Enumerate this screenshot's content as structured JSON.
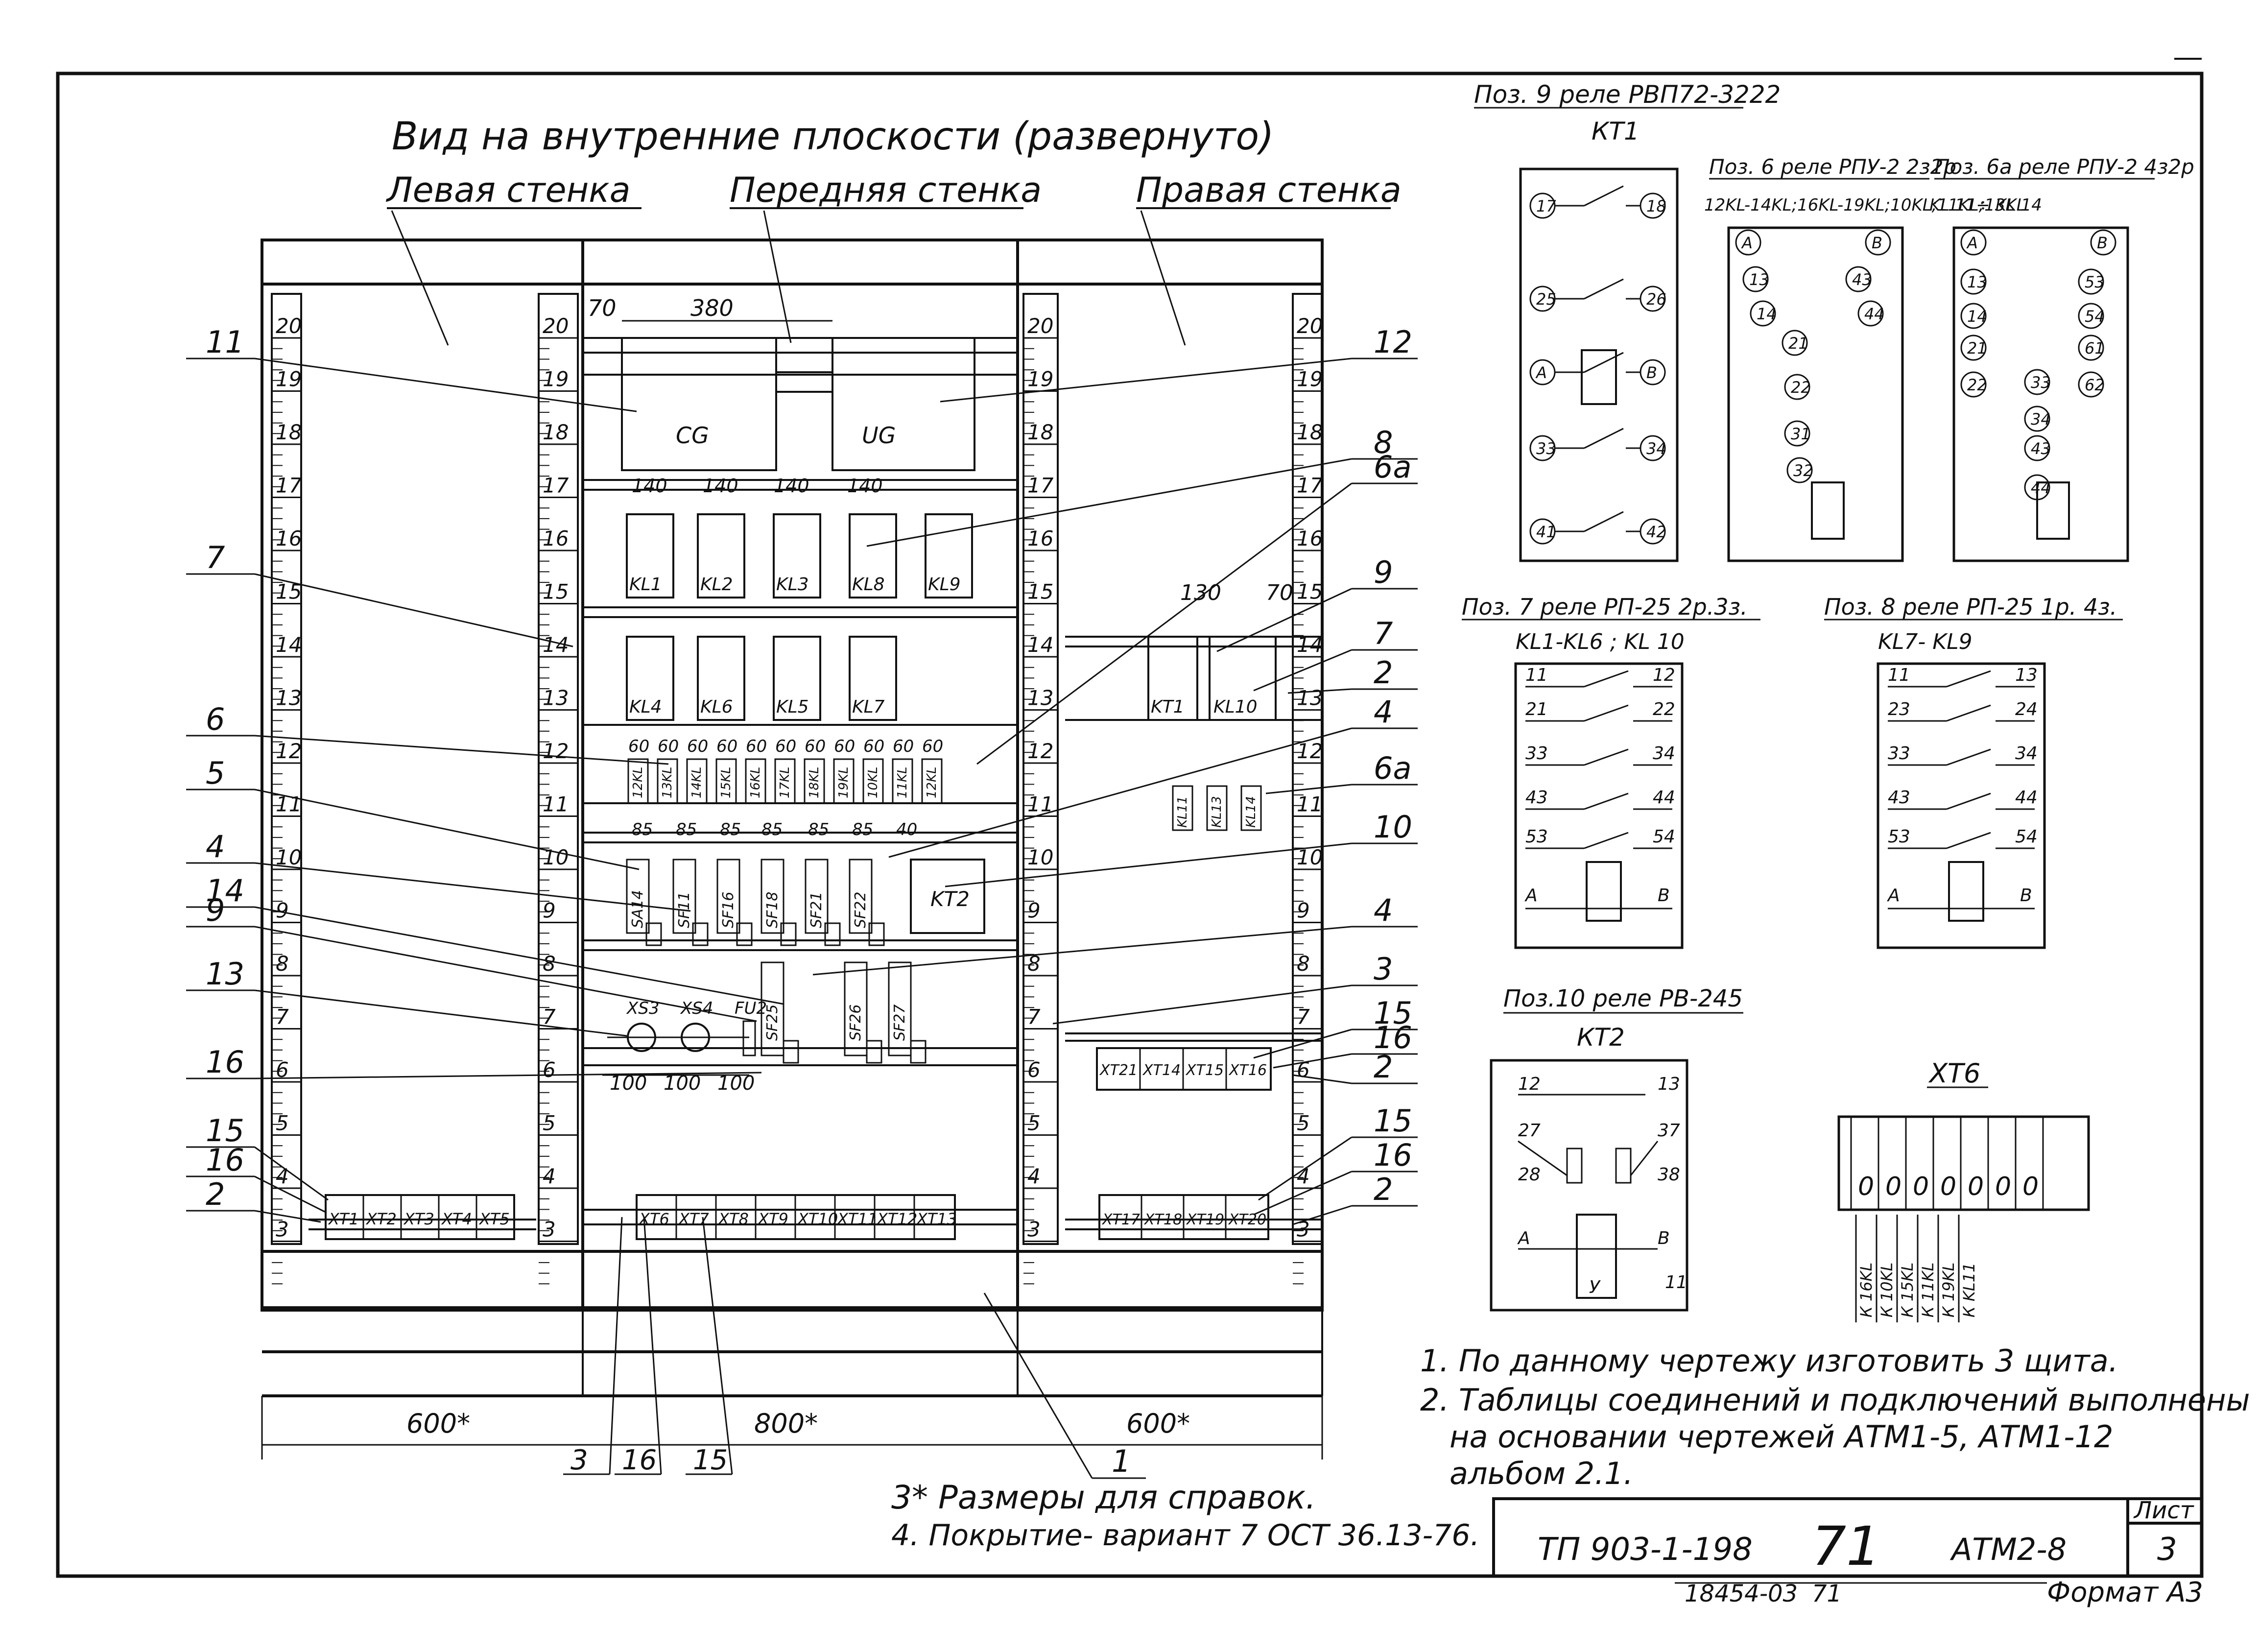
{
  "title": "Вид на внутренние плоскости (развернуто)",
  "walls": {
    "left": "Левая стенка",
    "front": "Передняя стенка",
    "right": "Правая стенка"
  },
  "scale_left": [
    "20",
    "19",
    "18",
    "17",
    "16",
    "15",
    "14",
    "13",
    "12",
    "11",
    "10",
    "9",
    "8",
    "7",
    "6",
    "5",
    "4",
    "3"
  ],
  "scale_mid_l": [
    "20",
    "19",
    "18",
    "17",
    "16",
    "15",
    "14",
    "13",
    "12",
    "11",
    "10",
    "9",
    "8",
    "7",
    "6",
    "5",
    "4",
    "3"
  ],
  "scale_mid_r": [
    "20",
    "19",
    "18",
    "17",
    "16",
    "15",
    "14",
    "13",
    "12",
    "11",
    "10",
    "9",
    "8",
    "7",
    "6",
    "5",
    "4",
    "3"
  ],
  "scale_right": [
    "20",
    "19",
    "18",
    "17",
    "16",
    "15",
    "14",
    "13",
    "12",
    "11",
    "10",
    "9",
    "8",
    "7",
    "6",
    "5",
    "4",
    "3"
  ],
  "front": {
    "dim_top": [
      "70",
      "380"
    ],
    "box_labels": [
      "CG",
      "UG"
    ],
    "dims_relays1": [
      "140",
      "140",
      "140",
      "140"
    ],
    "relays_row1": [
      "KL1",
      "KL2",
      "KL3",
      "KL8",
      "KL9"
    ],
    "relays_row2": [
      "KL4",
      "KL6",
      "KL5",
      "KL7"
    ],
    "dims_row3": [
      "60",
      "60",
      "60",
      "60",
      "60",
      "60",
      "60",
      "60",
      "60",
      "60",
      "60"
    ],
    "relays_row3": [
      "12KL",
      "13KL",
      "14KL",
      "15KL",
      "16KL",
      "17KL",
      "18KL",
      "19KL",
      "10KL",
      "11KL",
      "12KL"
    ],
    "dims_row4": [
      "85",
      "85",
      "85",
      "85",
      "85",
      "85",
      "40"
    ],
    "breakers_row4": [
      "SA14",
      "SF11",
      "SF16",
      "SF18",
      "SF21",
      "SF22"
    ],
    "kt2": "KT2",
    "breakers_row5": [
      "SF25",
      "SF26",
      "SF27"
    ],
    "sockets": [
      "XS3",
      "XS4",
      "FU2"
    ],
    "dims_sockets": [
      "100",
      "100",
      "100"
    ],
    "terminals": [
      "XT6",
      "XT7",
      "XT8",
      "XT9",
      "XT10",
      "XT11",
      "XT12",
      "XT13"
    ]
  },
  "left_terminals": [
    "XT1",
    "XT2",
    "XT3",
    "XT4",
    "XT5"
  ],
  "right": {
    "dims": [
      "130",
      "70"
    ],
    "relays": [
      "KT1",
      "KL10"
    ],
    "small_relays": [
      "KL11",
      "KL13",
      "KL14"
    ],
    "terminals_mid": [
      "XT21",
      "XT14",
      "XT15",
      "XT16"
    ],
    "terminals_bot": [
      "XT17",
      "XT18",
      "XT19",
      "XT20"
    ]
  },
  "dims_bottom": [
    "600*",
    "800*",
    "600*"
  ],
  "callouts_left": [
    "11",
    "7",
    "6",
    "5",
    "4",
    "14",
    "9",
    "13",
    "16",
    "15",
    "16",
    "2"
  ],
  "callouts_right": [
    "12",
    "8",
    "6a",
    "9",
    "7",
    "2",
    "4",
    "6a",
    "10",
    "4",
    "3",
    "15",
    "16",
    "2",
    "15",
    "16",
    "2"
  ],
  "callouts_bottom": [
    "1",
    "3",
    "16",
    "15"
  ],
  "notes": [
    "3* Размеры для справок.",
    "4. Покрытие- вариант 7 ОСТ 36.13-76."
  ],
  "notes_right": [
    "1. По данному чертежу изготовить 3 щита.",
    "2. Таблицы соединений и подключений выполнены",
    "на основании чертежей АТМ1-5, АТМ1-12",
    "альбом 2.1."
  ],
  "relay_kt1": {
    "title": "Поз. 9 реле РВП72-3222",
    "name": "КТ1",
    "contacts": [
      "17",
      "18",
      "25",
      "26",
      "A",
      "B",
      "33",
      "34",
      "41",
      "42"
    ]
  },
  "relay_rpu_a": {
    "title": "Поз. 6 реле РПУ-2 2з2р",
    "subtitle": "12KL-14KL;16KL-19KL;10KL;11KL;13KL",
    "contacts": [
      "A",
      "B",
      "13",
      "14",
      "43",
      "44",
      "21",
      "22",
      "31",
      "32"
    ]
  },
  "relay_rpu_b": {
    "title": "Поз. 6а реле РПУ-2 4з2р",
    "subtitle": "KL 11÷ KL 14",
    "contacts": [
      "A",
      "B",
      "13",
      "14",
      "53",
      "54",
      "21",
      "22",
      "61",
      "62",
      "33",
      "34",
      "43",
      "44"
    ]
  },
  "relay_rp7": {
    "title": "Поз. 7 реле РП-25 2р.3з.",
    "subtitle": "KL1-KL6 ; KL 10",
    "contacts": [
      "11",
      "12",
      "21",
      "22",
      "33",
      "34",
      "43",
      "44",
      "53",
      "54",
      "A",
      "B"
    ]
  },
  "relay_rp8": {
    "title": "Поз. 8 реле РП-25 1р. 4з.",
    "subtitle": "KL7- KL9",
    "contacts": [
      "11",
      "13",
      "23",
      "24",
      "33",
      "34",
      "43",
      "44",
      "53",
      "54",
      "A",
      "B"
    ]
  },
  "relay_kt2": {
    "title": "Поз.10 реле РВ-245",
    "name": "КТ2",
    "contacts": [
      "12",
      "13",
      "27",
      "37",
      "28",
      "38",
      "A",
      "B",
      "11",
      "У"
    ]
  },
  "xt6": {
    "title": "ХТ6",
    "labels": [
      "К 16KL",
      "К 10KL",
      "К 15KL",
      "К 11KL",
      "К 19KL",
      "К KL11"
    ]
  },
  "stamp": {
    "doc": "ТП 903-1-198",
    "album": "71",
    "code": "АТМ2-8",
    "sheet_label": "Лист",
    "sheet": "3"
  },
  "footer": {
    "inv": "18454-03",
    "num": "71",
    "format": "Формат А3"
  }
}
